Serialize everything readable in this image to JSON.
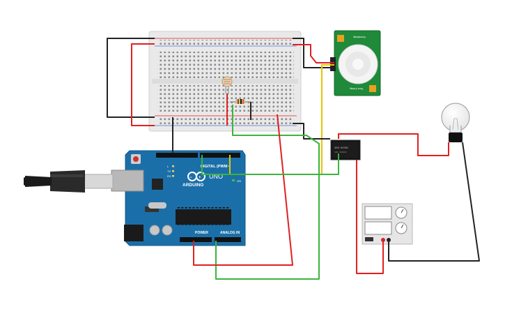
{
  "arduino": {
    "brand": "ARDUINO",
    "model": "UNO",
    "digital_label": "DIGITAL (PWM~)",
    "power_label": "POWER",
    "analog_label": "ANALOG IN",
    "tx_label": "TX",
    "rx_label": "RX",
    "l_label": "L",
    "on_label": "ON"
  },
  "pir": {
    "label_top": "Sensitivity",
    "label_bottom": "Time Delay"
  },
  "relay": {
    "label": "SRD-05VDC"
  },
  "colors": {
    "wire_red": "#e02020",
    "wire_black": "#222222",
    "wire_green": "#3cb43c",
    "wire_yellow": "#e6c800",
    "board_blue": "#1b6fa8",
    "pir_green": "#1f8a3a",
    "breadboard": "#e9e9e9"
  },
  "icons": [
    "usb-cable-icon",
    "light-bulb-icon",
    "power-supply-icon",
    "photoresistor-icon",
    "resistor-icon"
  ]
}
